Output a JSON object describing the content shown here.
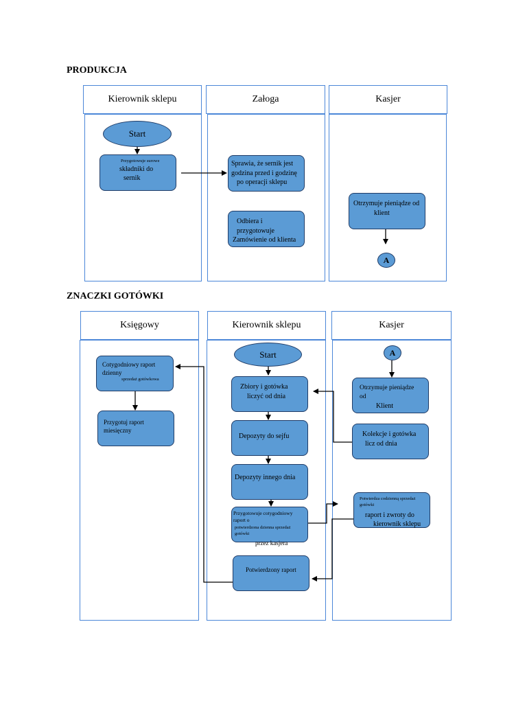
{
  "section1": {
    "title": "PRODUKCJA",
    "lanes": [
      "Kierownik sklepu",
      "Załoga",
      "Kasjer"
    ],
    "start": "Start",
    "box_prep": [
      "Przygotowuje surowe",
      "składniki do",
      "sernik"
    ],
    "box_check": [
      "Sprawia, że sernik jest",
      "godzina przed i godzinę",
      "po operacji sklepu"
    ],
    "box_order": [
      "Odbiera i przygotowuje",
      "Zamówienie od klienta"
    ],
    "box_cash": [
      "Otrzymuje pieniądze od",
      "klient"
    ],
    "connector": "A"
  },
  "section2": {
    "title": "ZNACZKI GOTÓWKI",
    "lanes": [
      "Księgowy",
      "Kierownik sklepu",
      "Kasjer"
    ],
    "start": "Start",
    "connector": "A",
    "box_weekly": [
      "Cotygodniowy raport dzienny",
      "sprzedaż gotówkowa"
    ],
    "box_monthly": "Przygotuj raport miesięczny",
    "box_collect": [
      "Zbiory i gotówka",
      "liczyć od dnia"
    ],
    "box_deposit": "Depozyty do sejfu",
    "box_other": "Depozyty innego dnia",
    "box_prepweekly": [
      "Przygotowuje cotygodniowy raport o",
      "potwierdzona dzienna sprzedaż gotówki",
      "przez kasjera"
    ],
    "box_confirmed": "Potwierdzony raport",
    "box_cash2": [
      "Otrzymuje pieniądze od",
      "Klient"
    ],
    "box_collect2": [
      "Kolekcje i gotówka",
      "licz od dnia"
    ],
    "box_confirm_cashier": [
      "Potwierdza codzienną sprzedaż gotówki",
      "raport i zwroty do",
      "kierownik sklepu"
    ]
  },
  "colors": {
    "box_fill": "#5b9bd5",
    "box_border": "#1f3b66",
    "lane_border": "#4a86d8"
  }
}
